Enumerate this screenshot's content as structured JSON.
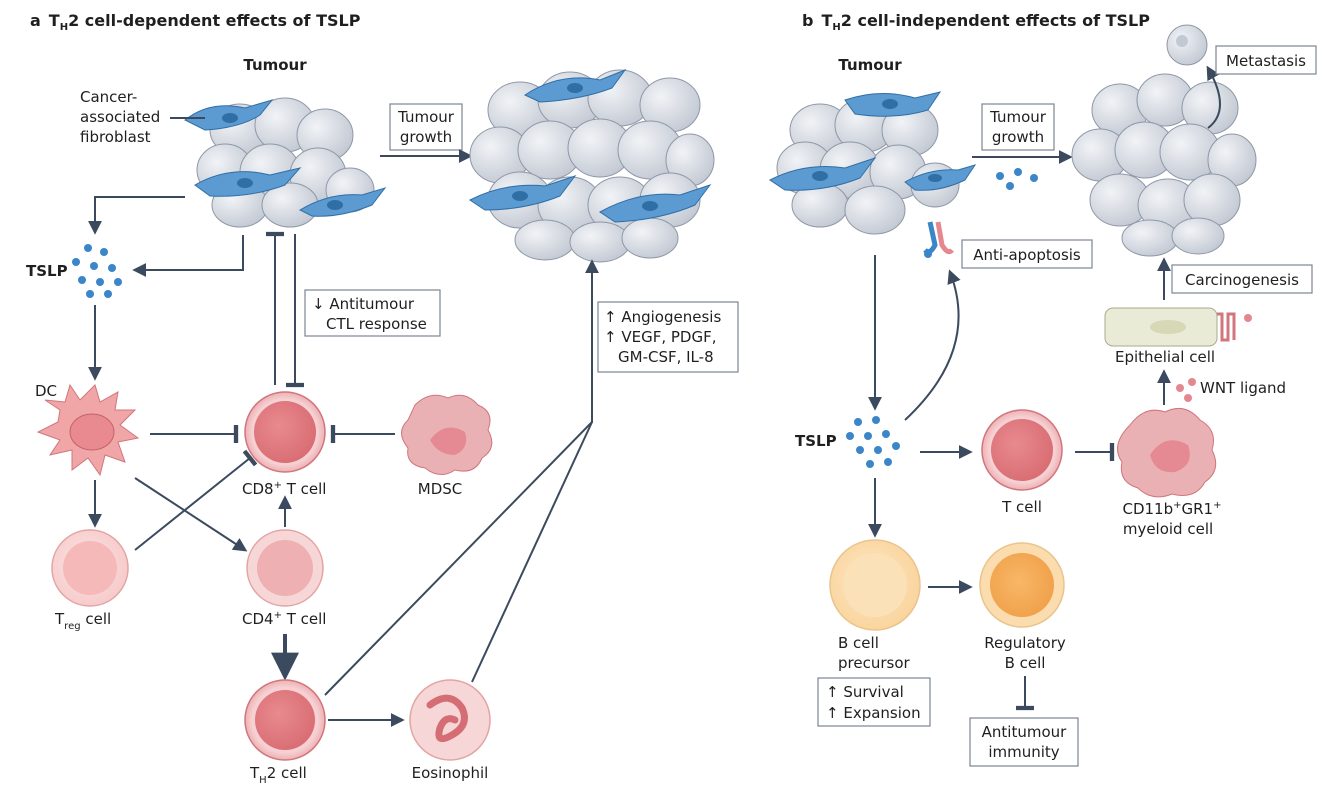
{
  "panel_a": {
    "letter": "a",
    "title_pre": "T",
    "title_sub": "H",
    "title_post": "2 cell-dependent effects of TSLP",
    "tumour": "Tumour",
    "caf_line1": "Cancer-",
    "caf_line2": "associated",
    "caf_line3": "fibroblast",
    "growth_line1": "Tumour",
    "growth_line2": "growth",
    "tslp": "TSLP",
    "ctl_line1": "↓ Antitumour",
    "ctl_line2": "CTL response",
    "angio_line1": "↑ Angiogenesis",
    "angio_line2": "↑ VEGF, PDGF,",
    "angio_line3": "GM-CSF, IL-8",
    "dc": "DC",
    "cd8_pre": "CD8",
    "cd8_sup": "+",
    "cd8_post": " T cell",
    "mdsc": "MDSC",
    "treg_pre": "T",
    "treg_sub": "reg",
    "treg_post": " cell",
    "cd4_pre": "CD4",
    "cd4_sup": "+",
    "cd4_post": " T cell",
    "th2_pre": "T",
    "th2_sub": "H",
    "th2_post": "2 cell",
    "eosinophil": "Eosinophil"
  },
  "panel_b": {
    "letter": "b",
    "title_pre": "T",
    "title_sub": "H",
    "title_post": "2 cell-independent effects of TSLP",
    "tumour": "Tumour",
    "growth_line1": "Tumour",
    "growth_line2": "growth",
    "metastasis": "Metastasis",
    "anti_apoptosis": "Anti-apoptosis",
    "carcinogenesis": "Carcinogenesis",
    "epithelial": "Epithelial cell",
    "wnt": "WNT ligand",
    "tslp": "TSLP",
    "tcell": "T cell",
    "myeloid_a_pre": "CD11b",
    "myeloid_a_sup": "+",
    "myeloid_b_pre": "GR1",
    "myeloid_b_sup": "+",
    "myeloid_line2": "myeloid cell",
    "bprec_line1": "B cell",
    "bprec_line2": "precursor",
    "survival": "↑ Survival",
    "expansion": "↑ Expansion",
    "regb_line1": "Regulatory",
    "regb_line2": "B cell",
    "immunity_line1": "Antitumour",
    "immunity_line2": "immunity"
  },
  "colors": {
    "arrow": "#3b4a5e",
    "tumour_cell": "#d4d8e0",
    "fibroblast": "#5b9bd1",
    "tslp_dot": "#3a86c8",
    "t_cell": "#e3888e",
    "treg_cell": "#f8cfcf",
    "b_precursor": "#fbd9a8",
    "reg_b_cell": "#f6b05c",
    "myeloid": "#eab1b4"
  }
}
